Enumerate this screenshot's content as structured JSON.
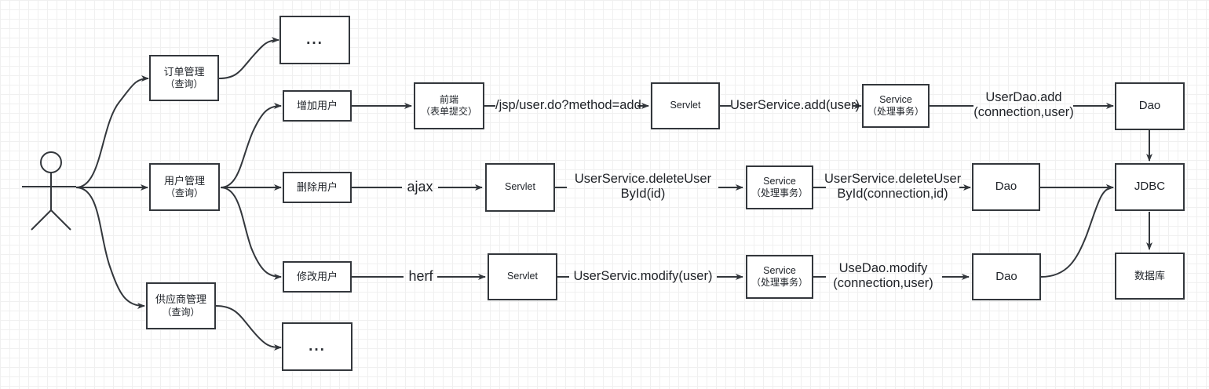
{
  "diagram": {
    "title": "SSM user management request flow diagram",
    "background": "#ffffff",
    "grid_minor_color": "#f0f0f0",
    "grid_major_color": "#e6e6e6",
    "stroke_color": "#33373c",
    "text_color": "#20242a"
  },
  "actor": {
    "name": "user-actor",
    "label": ""
  },
  "nodes": {
    "order_mgmt": {
      "l1": "订单管理",
      "l2": "（查询）"
    },
    "user_mgmt": {
      "l1": "用户管理",
      "l2": "（查询）"
    },
    "supplier_mgmt": {
      "l1": "供应商管理",
      "l2": "（查询）"
    },
    "dots_top": {
      "l1": "..."
    },
    "dots_bottom": {
      "l1": "..."
    },
    "add_user": {
      "l1": "增加用户"
    },
    "del_user": {
      "l1": "删除用户"
    },
    "mod_user": {
      "l1": "修改用户"
    },
    "frontend": {
      "l1": "前端",
      "l2": "（表单提交）"
    },
    "servlet_add": {
      "l1": "Servlet"
    },
    "servlet_del": {
      "l1": "Servlet"
    },
    "servlet_mod": {
      "l1": "Servlet"
    },
    "service_add": {
      "l1": "Service",
      "l2": "（处理事务）"
    },
    "service_del": {
      "l1": "Service",
      "l2": "（处理事务）"
    },
    "service_mod": {
      "l1": "Service",
      "l2": "（处理事务）"
    },
    "dao_add": {
      "l1": "Dao"
    },
    "dao_del": {
      "l1": "Dao"
    },
    "dao_mod": {
      "l1": "Dao"
    },
    "jdbc": {
      "l1": "JDBC"
    },
    "database": {
      "l1": "数据库"
    }
  },
  "edge_labels": {
    "jsp_add": "/jsp/user.do?method=add",
    "userservice_add": "UserService.add(user)",
    "userdao_add": "UserDao.add\n(connection,user)",
    "ajax": "ajax",
    "deleteuser_svc": "UserService.deleteUser\nById(id)",
    "deleteuser_dao": "UserService.deleteUser\nById(connection,id)",
    "herf": "herf",
    "modify_svc": "UserServic.modify(user)",
    "modify_dao": "UseDao.modify\n(connection,user)"
  }
}
